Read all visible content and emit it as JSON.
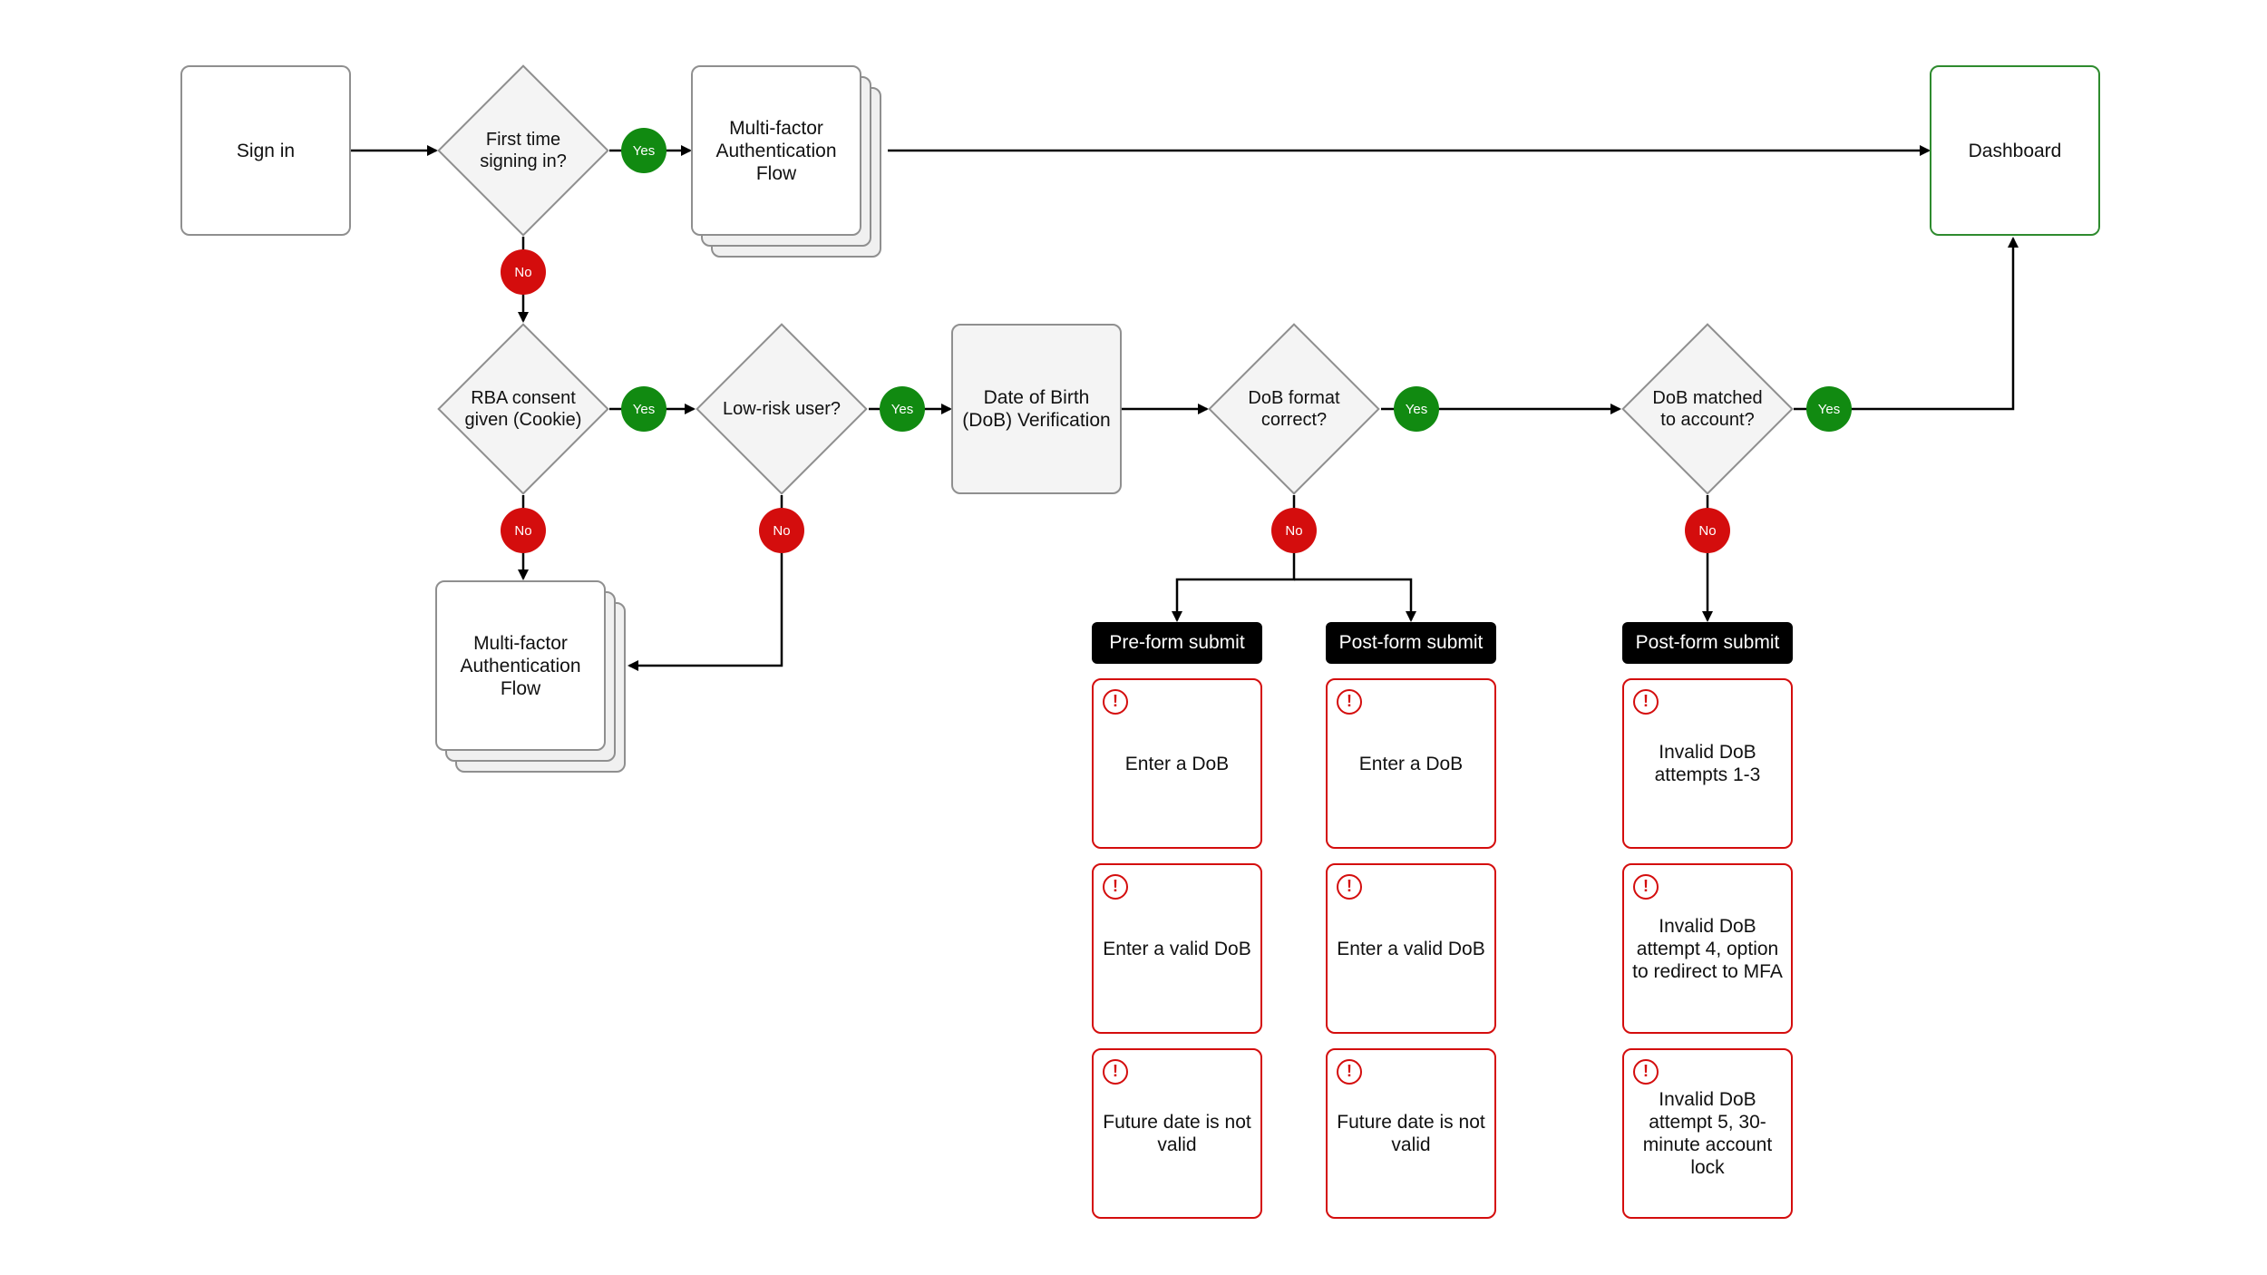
{
  "nodes": {
    "sign_in": "Sign in",
    "first_time": "First time signing in?",
    "mfa_top": "Multi-factor Authentication Flow",
    "dashboard": "Dashboard",
    "rba_consent": "RBA consent given (Cookie)",
    "low_risk": "Low-risk user?",
    "dob_verification": "Date of Birth (DoB) Verification",
    "dob_format": "DoB format correct?",
    "dob_matched": "DoB matched to account?",
    "mfa_bottom": "Multi-factor Authentication Flow"
  },
  "badges": {
    "yes": "Yes",
    "no": "No"
  },
  "columns": {
    "pre_form": {
      "header": "Pre-form submit",
      "errors": [
        "Enter a DoB",
        "Enter a valid DoB",
        "Future date is not valid"
      ]
    },
    "post_form_format": {
      "header": "Post-form submit",
      "errors": [
        "Enter a DoB",
        "Enter a valid DoB",
        "Future date is not valid"
      ]
    },
    "post_form_match": {
      "header": "Post-form submit",
      "errors": [
        "Invalid DoB attempts 1-3",
        "Invalid DoB attempt 4, option to redirect to MFA",
        "Invalid DoB attempt 5, 30-minute account lock"
      ]
    }
  },
  "colors": {
    "yes": "#118a11",
    "no": "#d40d0d",
    "border": "#8f8f8f",
    "dashboard_border": "#2e8b2e",
    "error_border": "#d40d0d",
    "pill": "#000000"
  }
}
